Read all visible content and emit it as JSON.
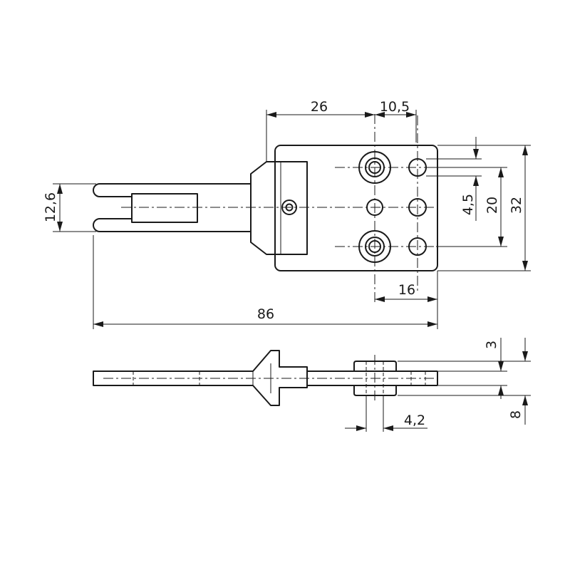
{
  "dimensions": {
    "width_26": "26",
    "width_10_5": "10,5",
    "height_12_6": "12,6",
    "height_4_5": "4,5",
    "height_20": "20",
    "height_32": "32",
    "width_16": "16",
    "length_86": "86",
    "thick_3": "3",
    "thick_8": "8",
    "width_4_2": "4,2"
  }
}
